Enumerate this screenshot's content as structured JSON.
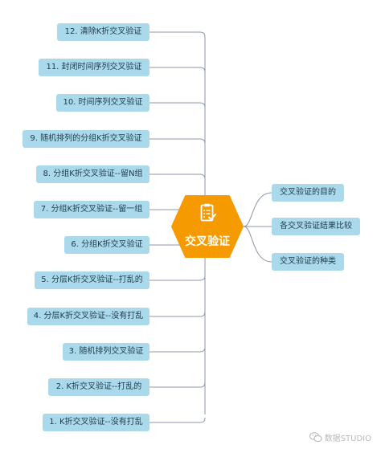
{
  "center": {
    "title": "交叉验证",
    "icon": "checklist-icon",
    "color": "#f59a00"
  },
  "left_nodes": [
    "12. 清除K折交叉验证",
    "11. 封闭时间序列交叉验证",
    "10. 时间序列交叉验证",
    "9. 随机排列的分组K折交叉验证",
    "8. 分组K折交叉验证--留N组",
    "7. 分组K折交叉验证--留一组",
    "6. 分组K折交叉验证",
    "5. 分层K折交叉验证--打乱的",
    "4. 分层K折交叉验证--没有打乱",
    "3. 随机排列交叉验证",
    "2. K折交叉验证--打乱的",
    "1. K折交叉验证--没有打乱"
  ],
  "right_nodes": [
    "交叉验证的目的",
    "各交叉验证结果比较",
    "交叉验证的种类"
  ],
  "watermark": {
    "text": "数据STUDIO",
    "icon": "wechat-icon"
  },
  "colors": {
    "node_fill": "#a9d9ea",
    "line": "#8c96a8",
    "center": "#f59a00"
  }
}
